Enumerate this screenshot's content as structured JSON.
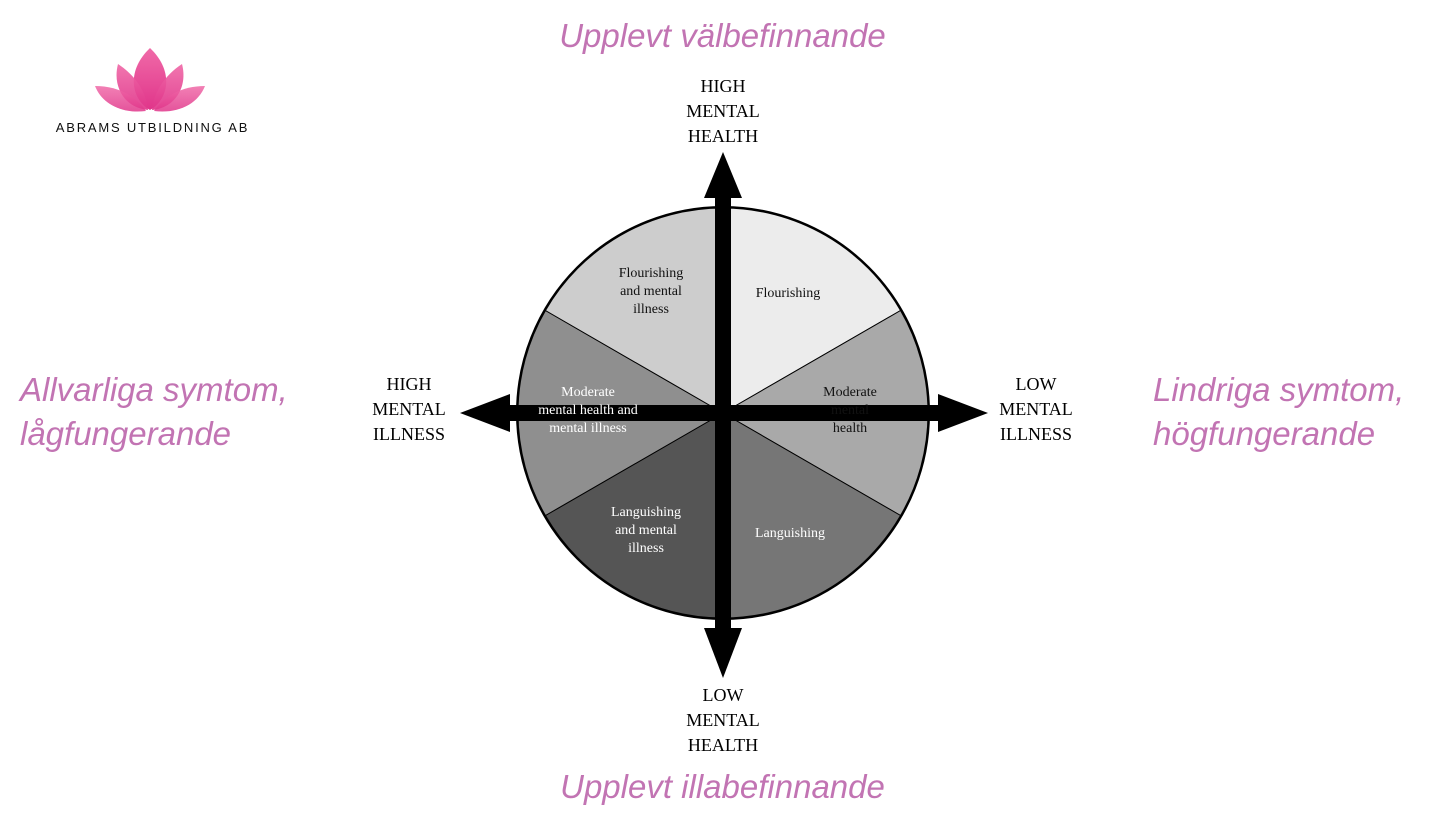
{
  "logo": {
    "text": "ABRAMS UTBILDNING AB",
    "icon": "lotus-icon",
    "color": "#e8509a"
  },
  "captions": {
    "top": "Upplevt välbefinnande",
    "bottom": "Upplevt illabefinnande",
    "left": [
      "Allvarliga symtom,",
      "lågfungerande"
    ],
    "right": [
      "Lindriga symtom,",
      "högfungerande"
    ]
  },
  "axes": {
    "top": [
      "HIGH",
      "MENTAL",
      "HEALTH"
    ],
    "bottom": [
      "LOW",
      "MENTAL",
      "HEALTH"
    ],
    "left": [
      "HIGH",
      "MENTAL",
      "ILLNESS"
    ],
    "right": [
      "LOW",
      "MENTAL",
      "ILLNESS"
    ]
  },
  "segments": [
    {
      "id": "flourishing",
      "lines": [
        "Flourishing"
      ],
      "fill": "#ececec",
      "text_color": "#111111"
    },
    {
      "id": "moderate-mental-health",
      "lines": [
        "Moderate",
        "mental",
        "health"
      ],
      "fill": "#a9a9a9",
      "text_color": "#111111"
    },
    {
      "id": "languishing",
      "lines": [
        "Languishing"
      ],
      "fill": "#767676",
      "text_color": "#ffffff"
    },
    {
      "id": "languishing-and-mental-illness",
      "lines": [
        "Languishing",
        "and mental",
        "illness"
      ],
      "fill": "#555555",
      "text_color": "#ffffff"
    },
    {
      "id": "moderate-mental-health-and-mental-illness",
      "lines": [
        "Moderate",
        "mental health and",
        "mental illness"
      ],
      "fill": "#8f8f8f",
      "text_color": "#ffffff"
    },
    {
      "id": "flourishing-and-mental-illness",
      "lines": [
        "Flourishing",
        "and mental",
        "illness"
      ],
      "fill": "#cdcdcd",
      "text_color": "#111111"
    }
  ],
  "colors": {
    "caption": "#c274b3",
    "axis": "#000000"
  }
}
